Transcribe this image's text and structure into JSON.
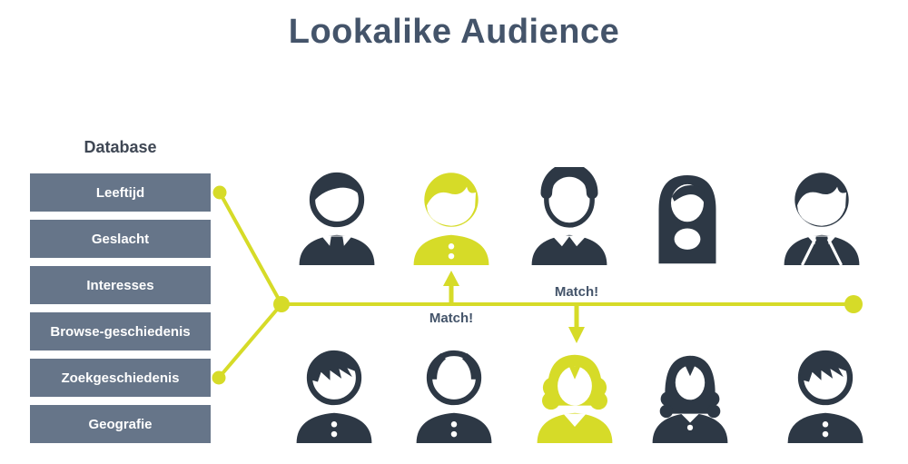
{
  "title": "Lookalike Audience",
  "colors": {
    "accent": "#d6db28",
    "dark": "#2d3845",
    "panel": "#667589",
    "heading": "#44546a",
    "database_label": "#3f4754"
  },
  "database": {
    "label": "Database",
    "fields": [
      "Leeftijd",
      "Geslacht",
      "Interesses",
      "Browse-geschiedenis",
      "Zoekgeschiedenis",
      "Geografie"
    ]
  },
  "matches": [
    {
      "label": "Match!",
      "arrow": "up"
    },
    {
      "label": "Match!",
      "arrow": "down"
    }
  ],
  "avatars": {
    "top": [
      {
        "icon": "man-suit-tie-icon",
        "type": "man-tie",
        "color": "dark",
        "highlighted": false
      },
      {
        "icon": "person-matched-icon",
        "type": "swoosh-buttons",
        "color": "accent",
        "highlighted": true
      },
      {
        "icon": "man-collar-icon",
        "type": "oval-v",
        "color": "dark",
        "highlighted": false
      },
      {
        "icon": "woman-long-hair-icon",
        "type": "long-hair",
        "color": "dark",
        "highlighted": false
      },
      {
        "icon": "businessman-icon",
        "type": "solid-tie",
        "color": "dark",
        "highlighted": false
      }
    ],
    "bottom": [
      {
        "icon": "person-spiky-hair-icon",
        "type": "spiky",
        "color": "dark",
        "highlighted": false
      },
      {
        "icon": "person-bald-icon",
        "type": "bald-sides",
        "color": "dark",
        "highlighted": false
      },
      {
        "icon": "woman-matched-icon",
        "type": "curly",
        "color": "accent",
        "highlighted": true
      },
      {
        "icon": "woman-braids-icon",
        "type": "braids",
        "color": "dark",
        "highlighted": false
      },
      {
        "icon": "person-spiky-hair-icon",
        "type": "spiky",
        "color": "dark",
        "highlighted": false
      }
    ]
  }
}
